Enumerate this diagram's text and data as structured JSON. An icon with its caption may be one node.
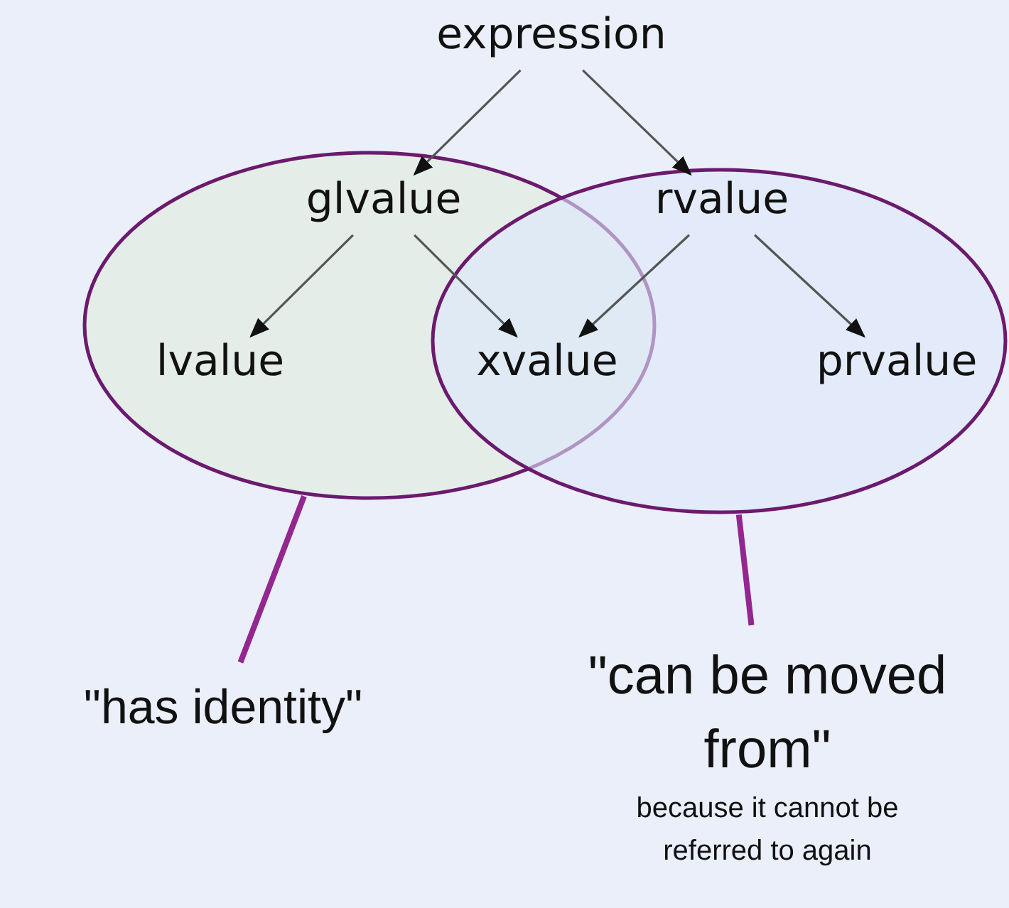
{
  "diagram": {
    "nodes": [
      {
        "text": [
          "expression"
        ]
      },
      {
        "text": [],
        "shape": "ellipse"
      },
      {
        "text": [
          "glvalue"
        ],
        "in": 1
      },
      {
        "text": [
          "lvalue"
        ],
        "in": 1
      },
      {
        "text": [],
        "shape": "ellipse"
      },
      {
        "text": [
          "rvalue"
        ],
        "in": 4
      },
      {
        "text": [
          "prvalue"
        ],
        "in": 4
      },
      {
        "text": [
          "xvalue"
        ]
      },
      {
        "text": [
          "\"has identity\""
        ]
      },
      {
        "text": [
          "\"can be moved from\"",
          "because it cannot be referred to again"
        ]
      }
    ],
    "edges": [
      {
        "from": 0,
        "to": 2,
        "arrow": "to"
      },
      {
        "from": 0,
        "to": 5,
        "arrow": "to"
      },
      {
        "from": 2,
        "to": 3,
        "arrow": "to"
      },
      {
        "from": 2,
        "to": 7,
        "arrow": "to"
      },
      {
        "from": 5,
        "to": 7,
        "arrow": "to"
      },
      {
        "from": 5,
        "to": 6,
        "arrow": "to"
      },
      {
        "from": 8,
        "to": 1,
        "arrow": "none",
        "style": "thick",
        "color": "#93278f"
      },
      {
        "from": 9,
        "to": 4,
        "arrow": "none",
        "style": "thick",
        "color": "#93278f"
      }
    ]
  }
}
